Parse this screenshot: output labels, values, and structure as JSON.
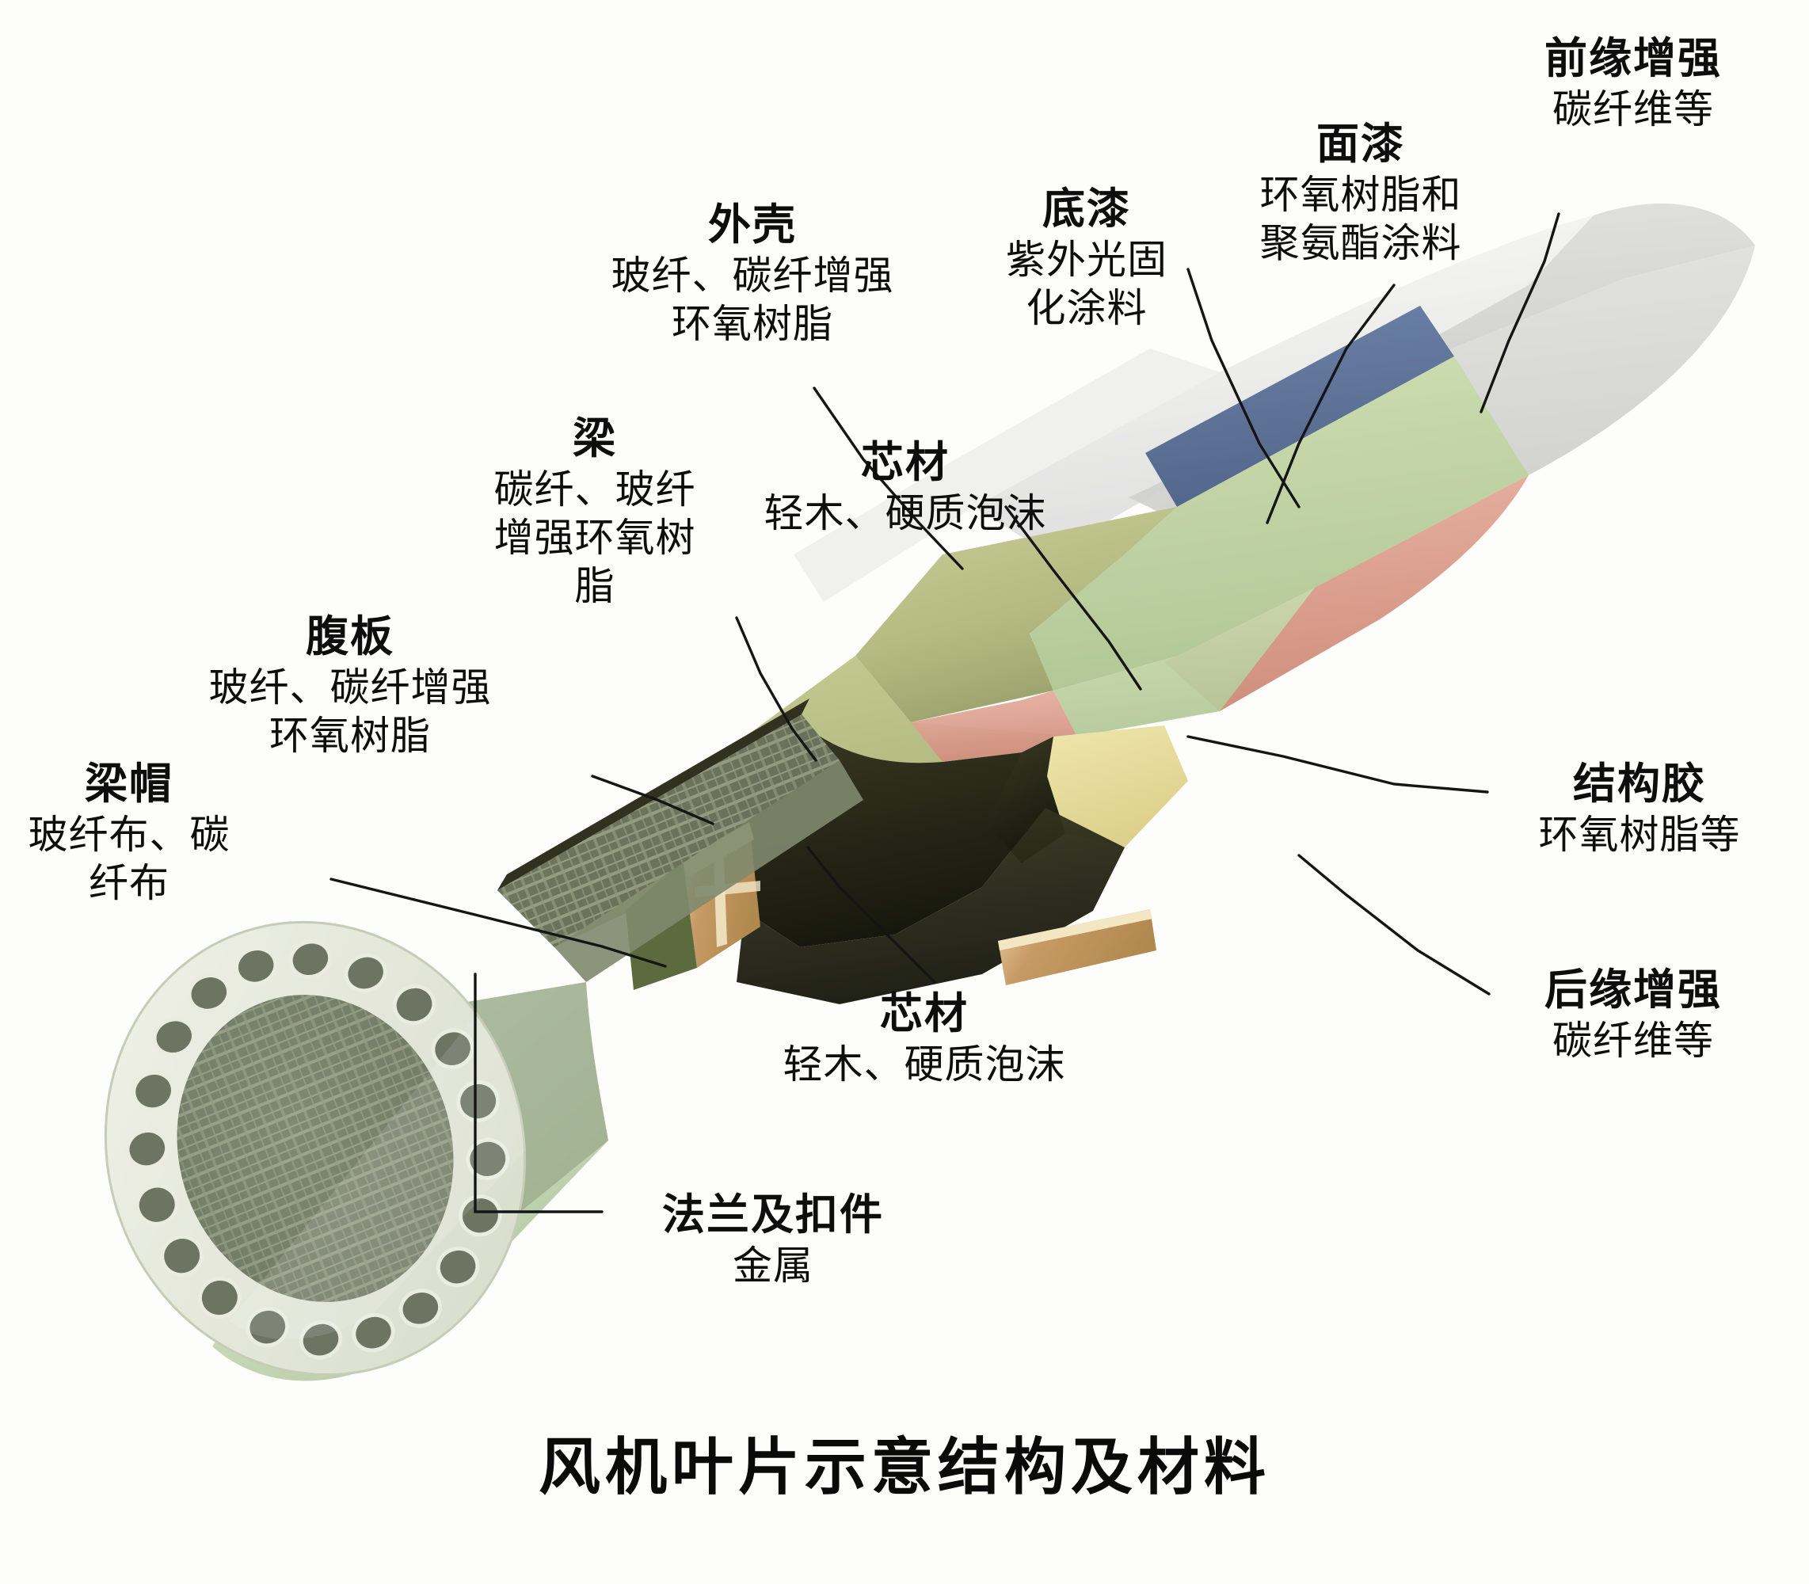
{
  "caption": "风机叶片示意结构及材料",
  "labels": [
    {
      "id": "leading-edge-reinforcement",
      "title": "前缘增强",
      "lines": [
        "碳纤维等"
      ]
    },
    {
      "id": "topcoat",
      "title": "面漆",
      "lines": [
        "环氧树脂和",
        "聚氨酯涂料"
      ]
    },
    {
      "id": "primer",
      "title": "底漆",
      "lines": [
        "紫外光固",
        "化涂料"
      ]
    },
    {
      "id": "shell",
      "title": "外壳",
      "lines": [
        "玻纤、碳纤增强",
        "环氧树脂"
      ]
    },
    {
      "id": "core-upper",
      "title": "芯材",
      "lines": [
        "轻木、硬质泡沫"
      ]
    },
    {
      "id": "spar",
      "title": "梁",
      "lines": [
        "碳纤、玻纤",
        "增强环氧树",
        "脂"
      ]
    },
    {
      "id": "web",
      "title": "腹板",
      "lines": [
        "玻纤、碳纤增强",
        "环氧树脂"
      ]
    },
    {
      "id": "spar-cap",
      "title": "梁帽",
      "lines": [
        "玻纤布、碳",
        "纤布"
      ]
    },
    {
      "id": "structural-adhesive",
      "title": "结构胶",
      "lines": [
        "环氧树脂等"
      ]
    },
    {
      "id": "trailing-edge-reinforcement",
      "title": "后缘增强",
      "lines": [
        "碳纤维等"
      ]
    },
    {
      "id": "core-lower",
      "title": "芯材",
      "lines": [
        "轻木、硬质泡沫"
      ]
    },
    {
      "id": "flange-and-fasteners",
      "title": "法兰及扣件",
      "lines": [
        "金属"
      ]
    }
  ],
  "colors": {
    "background": "#fdfdfc",
    "text": "#0d0d0d",
    "leader_line": "#1a1a1a",
    "tip_white": "#f3f3f1",
    "tip_grey": "#d9d9d6",
    "spar_cap_blue": "#5f7499",
    "core_green": "#bdd1a0",
    "adhesive_pink": "#dfa394",
    "shell_olive": "#b9c08a",
    "interior_dark": "#2a2a1c",
    "web_tan": "#cfa06a",
    "web_cream": "#e8dfa8",
    "root_green": "#c6d6b2",
    "root_ring": "#e6e8dd",
    "bolt_hole": "#6f7563"
  },
  "figure": {
    "type": "wind-turbine-blade-cutaway",
    "parts": [
      "blade-root-cylinder",
      "bolt-hole-ring",
      "lattice-texture",
      "shear-web-panel",
      "spar-cap-strip",
      "core-layer",
      "structural-adhesive-edge",
      "outer-shell",
      "blade-tip"
    ]
  }
}
